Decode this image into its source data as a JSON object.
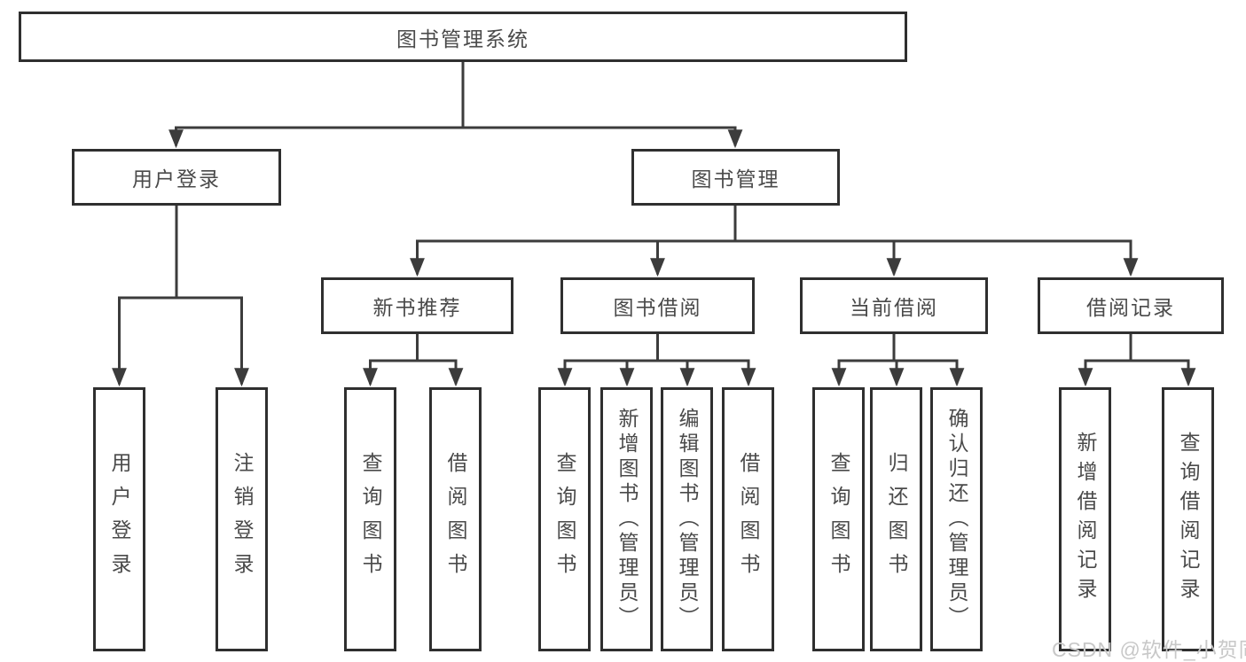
{
  "diagram": {
    "root": "图书管理系统",
    "level2": [
      "用户登录",
      "图书管理"
    ],
    "level3": [
      "新书推荐",
      "图书借阅",
      "当前借阅",
      "借阅记录"
    ],
    "leaves": [
      "用户登录",
      "注销登录",
      "查询图书",
      "借阅图书",
      "查询图书",
      "新增图书（管理员）",
      "编辑图书（管理员）",
      "借阅图书",
      "查询图书",
      "归还图书",
      "确认归还（管理员）",
      "新增借阅记录",
      "查询借阅记录"
    ]
  },
  "watermark": "CSDN @软件_小贺同学",
  "colors": {
    "line": "#3c3c3c",
    "box_border": "#2f2f2f",
    "text": "#4a4a4a",
    "watermark_text": "#c8c8c8",
    "background": "#ffffff"
  }
}
